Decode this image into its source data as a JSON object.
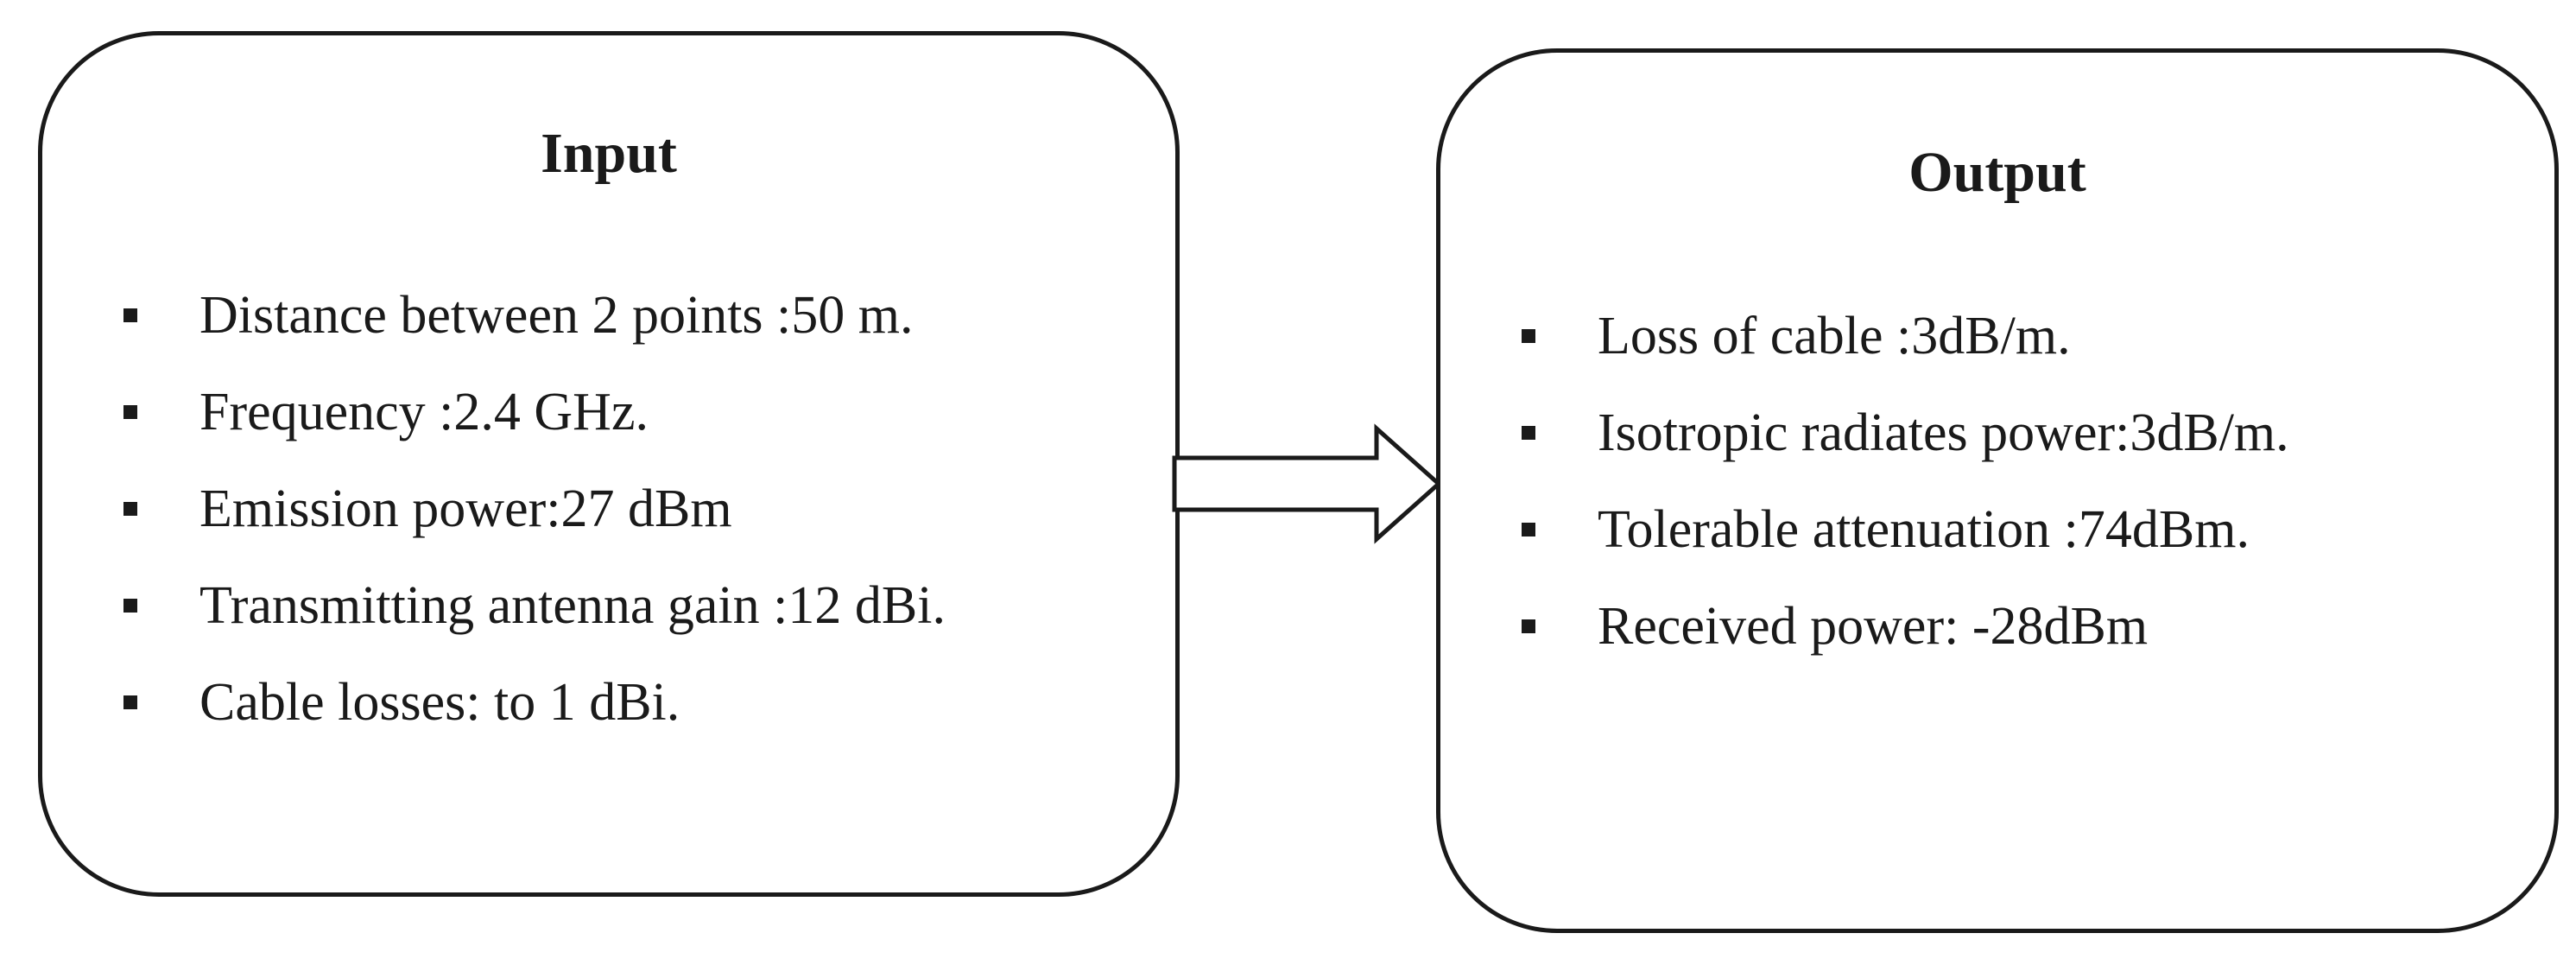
{
  "input": {
    "title": "Input",
    "items": [
      {
        "text": "Distance between 2 points :50 m."
      },
      {
        "text": "Frequency :2.4 GHz."
      },
      {
        "text": "Emission power:27 dBm"
      },
      {
        "text": "Transmitting antenna gain :12 dBi."
      },
      {
        "text": "Cable losses: to 1 dBi."
      }
    ]
  },
  "output": {
    "title": "Output",
    "items": [
      {
        "text": "Loss of cable :3dB/m."
      },
      {
        "text": "Isotropic radiates power:3dB/m."
      },
      {
        "text": "Tolerable attenuation :74dBm."
      },
      {
        "text": "Received power: -28dBm"
      }
    ]
  },
  "colors": {
    "stroke": "#1a1a1a",
    "background": "#ffffff"
  },
  "icons": {
    "bullet": "square-bullet-icon",
    "connector": "right-arrow-icon"
  }
}
